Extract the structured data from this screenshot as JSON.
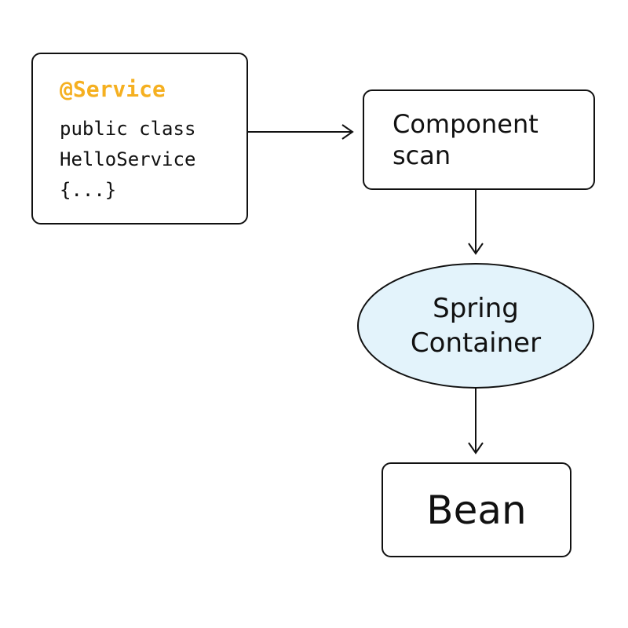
{
  "code_box": {
    "annotation": "@Service",
    "lines": [
      "public class",
      "HelloService",
      "{...}"
    ]
  },
  "component_scan": {
    "lines": [
      "Component",
      "scan"
    ]
  },
  "spring_container": {
    "lines": [
      "Spring",
      "Container"
    ]
  },
  "bean": {
    "label": "Bean"
  },
  "colors": {
    "annotation": "#f5b021",
    "container_fill": "#e3f3fb",
    "stroke": "#111111"
  }
}
